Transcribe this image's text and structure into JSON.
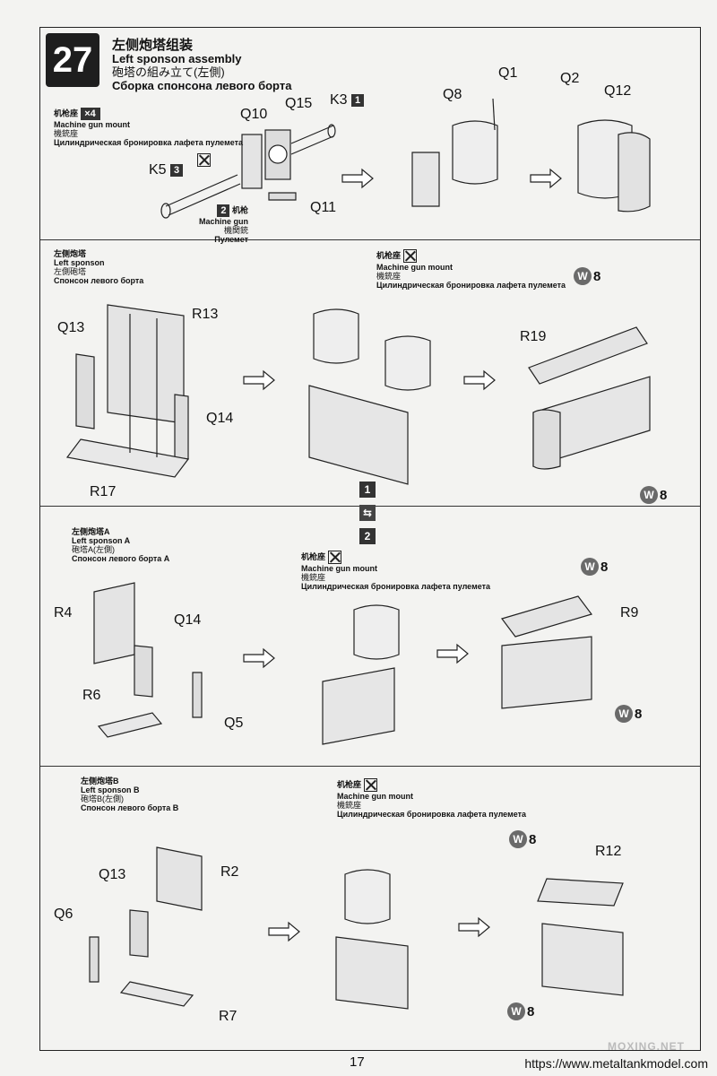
{
  "step": {
    "number": "27"
  },
  "title": {
    "zh": "左侧炮塔组装",
    "en": "Left sponson assembly",
    "ja": "砲塔の組み立て(左側)",
    "ru": "Сборка спонсона левого борта"
  },
  "mg_mount": {
    "zh": "机枪座",
    "en": "Machine gun mount",
    "ja": "機銃座",
    "ru": "Цилиндрическая бронировка лафета пулемета",
    "qty": "×4"
  },
  "machine_gun": {
    "num": "2",
    "zh": "机枪",
    "en": "Machine gun",
    "ja": "機関銃",
    "ru": "Пулемет"
  },
  "sponson": {
    "zh": "左侧炮塔",
    "en": "Left sponson",
    "ja": "左側砲塔",
    "ru": "Спонсон левого борта"
  },
  "sponson_a": {
    "zh": "左侧炮塔A",
    "en": "Left sponson A",
    "ja": "砲塔A(左側)",
    "ru": "Спонсон левого борта A"
  },
  "sponson_b": {
    "zh": "左侧炮塔B",
    "en": "Left sponson B",
    "ja": "砲塔B(左側)",
    "ru": "Спонсон левого борта B"
  },
  "parts": {
    "q10": "Q10",
    "q15": "Q15",
    "k3": "K3",
    "k3_num": "1",
    "k5": "K5",
    "k5_num": "3",
    "q11": "Q11",
    "q8": "Q8",
    "q1": "Q1",
    "q2": "Q2",
    "q12": "Q12",
    "r13": "R13",
    "q13": "Q13",
    "q14": "Q14",
    "r17": "R17",
    "r19": "R19",
    "r4": "R4",
    "r6": "R6",
    "q5": "Q5",
    "r9": "R9",
    "r2": "R2",
    "q6": "Q6",
    "r7": "R7",
    "r12": "R12"
  },
  "weld": {
    "letter": "W",
    "count": "8"
  },
  "sequence": {
    "a": "1",
    "b": "2"
  },
  "footer": {
    "page": "17",
    "url": "https://www.metaltankmodel.com",
    "watermark": "MOXING.NET"
  }
}
